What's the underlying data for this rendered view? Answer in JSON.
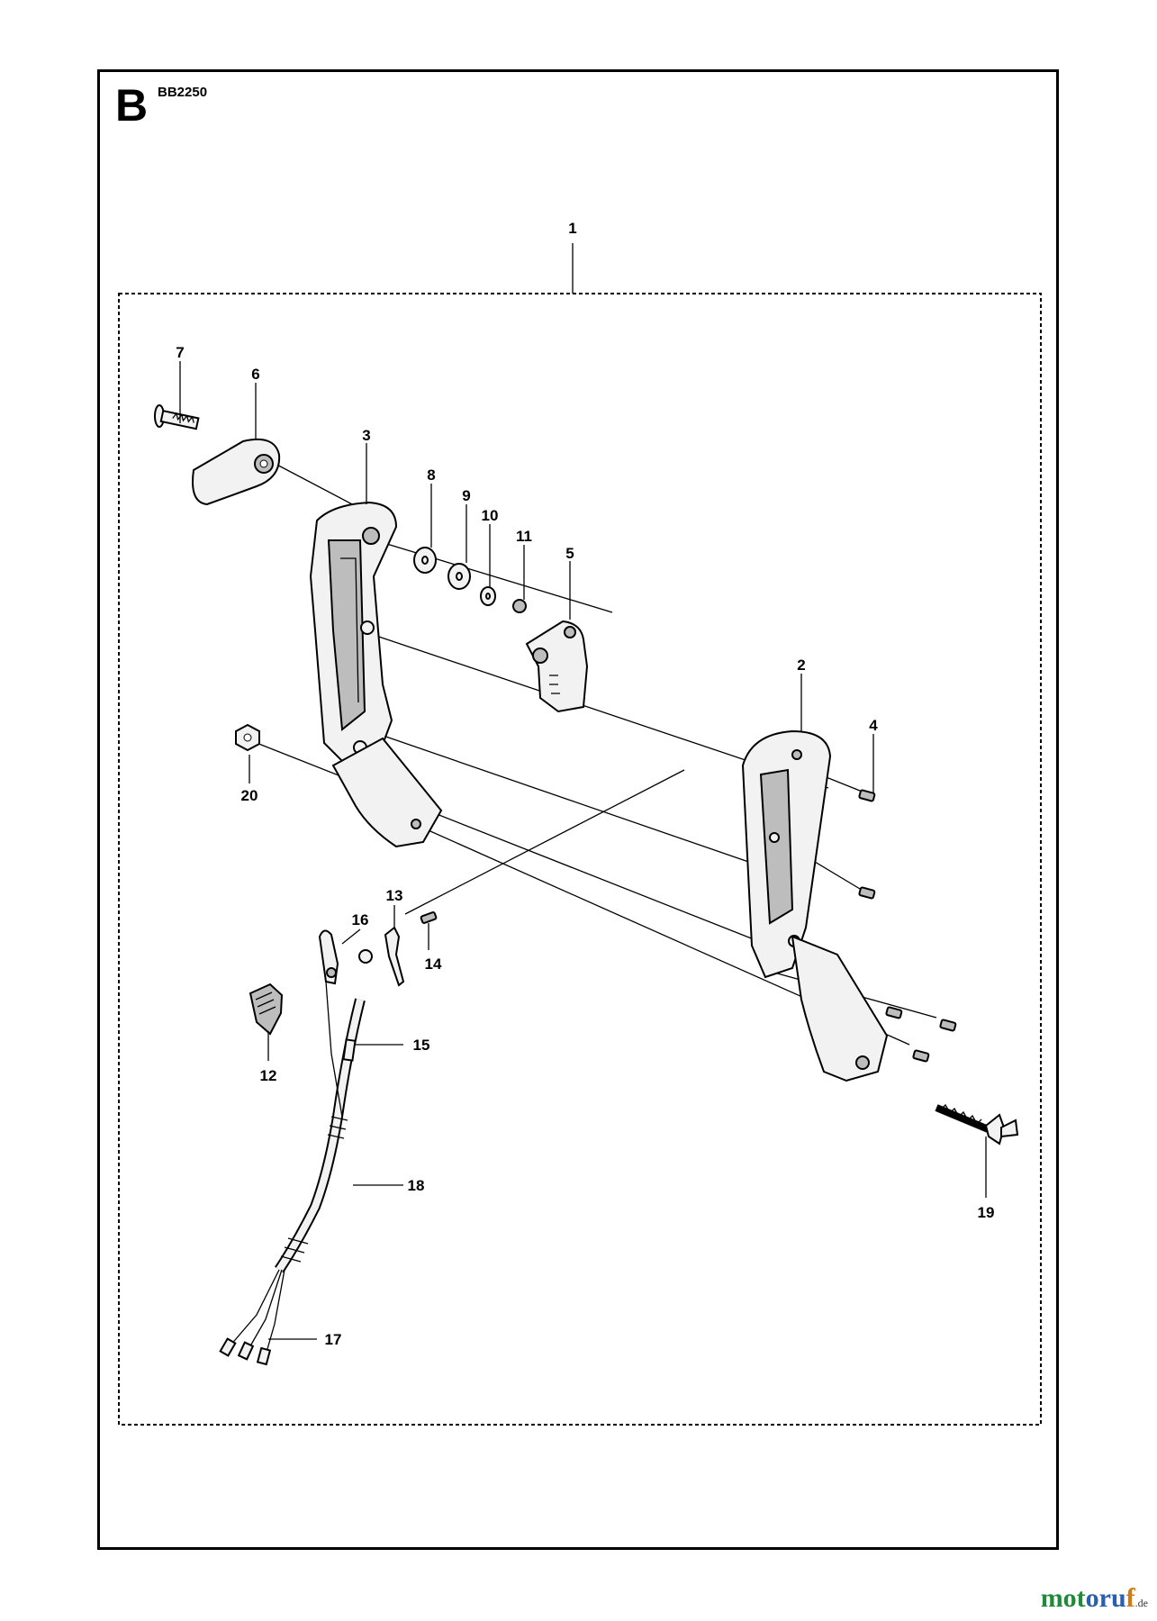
{
  "section_letter": "B",
  "model_code": "BB2250",
  "callouts": [
    "1",
    "2",
    "3",
    "4",
    "5",
    "6",
    "7",
    "8",
    "9",
    "10",
    "11",
    "12",
    "13",
    "14",
    "15",
    "16",
    "17",
    "18",
    "19",
    "20"
  ],
  "watermark": {
    "part1": "mot",
    "part2": "oru",
    "part3": "f",
    "suffix": ".de"
  }
}
